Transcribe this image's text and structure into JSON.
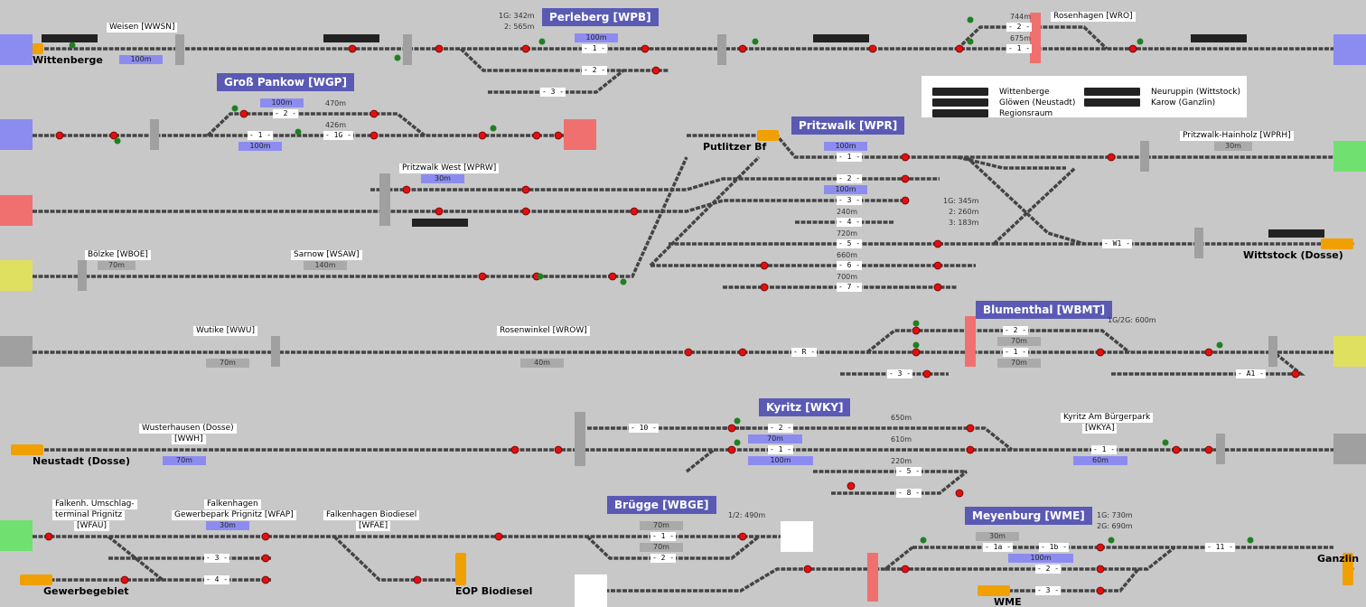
{
  "stations": [
    {
      "id": "wpb",
      "label": "Perleberg [WPB]"
    },
    {
      "id": "wgp",
      "label": "Groß Pankow [WGP]"
    },
    {
      "id": "wpr",
      "label": "Pritzwalk [WPR]"
    },
    {
      "id": "wbmt",
      "label": "Blumenthal [WBMT]"
    },
    {
      "id": "wky",
      "label": "Kyritz [WKY]"
    },
    {
      "id": "wbge",
      "label": "Brügge [WBGE]"
    },
    {
      "id": "wme",
      "label": "Meyenburg [WME]"
    }
  ],
  "cities": [
    {
      "id": "wittenberge",
      "label": "Wittenberge"
    },
    {
      "id": "putlitzer",
      "label": "Putlitzer Bf"
    },
    {
      "id": "wittstock",
      "label": "Wittstock (Dosse)"
    },
    {
      "id": "neustadt",
      "label": "Neustadt (Dosse)"
    },
    {
      "id": "gewerbegebiet",
      "label": "Gewerbegebiet"
    },
    {
      "id": "eop",
      "label": "EOP Biodiesel"
    },
    {
      "id": "wme",
      "label": "WME"
    },
    {
      "id": "ganzlin",
      "label": "Ganzlin"
    }
  ],
  "labels": [
    {
      "id": "weisen",
      "text": "Weisen [WWSN]"
    },
    {
      "id": "rosenhagen",
      "text": "Rosenhagen [WRO]"
    },
    {
      "id": "pwrw",
      "text": "Pritzwalk West [WPRW]"
    },
    {
      "id": "hainholz",
      "text": "Pritzwalk-Hainholz [WPRH]"
    },
    {
      "id": "boelzke",
      "text": "Bölzke [WBOE]"
    },
    {
      "id": "sarnow",
      "text": "Sarnow [WSAW]"
    },
    {
      "id": "wutike",
      "text": "Wutike [WWU]"
    },
    {
      "id": "rosenwinkel",
      "text": "Rosenwinkel [WROW]"
    },
    {
      "id": "wust1",
      "text": "Wusterhausen (Dosse)"
    },
    {
      "id": "wust2",
      "text": "[WWH]"
    },
    {
      "id": "kyritzab1",
      "text": "Kyritz Am Bürgerpark"
    },
    {
      "id": "kyritzab2",
      "text": "[WKYA]"
    },
    {
      "id": "fau1",
      "text": "Falkenh. Umschlag-"
    },
    {
      "id": "fau2",
      "text": "terminal Prignitz"
    },
    {
      "id": "fau3",
      "text": "[WFAU]"
    },
    {
      "id": "fap1",
      "text": "Falkenhagen"
    },
    {
      "id": "fap2",
      "text": "Gewerbepark Prignitz [WFAP]"
    },
    {
      "id": "fae1",
      "text": "Falkenhagen Biodiesel"
    },
    {
      "id": "fae2",
      "text": "[WFAE]"
    }
  ],
  "speeds": [
    {
      "id": "s1",
      "text": "100m"
    },
    {
      "id": "s2",
      "text": "100m"
    },
    {
      "id": "s3",
      "text": "100m"
    },
    {
      "id": "s4",
      "text": "100m"
    },
    {
      "id": "s5",
      "text": "30m"
    },
    {
      "id": "s6",
      "text": "100m"
    },
    {
      "id": "s7",
      "text": "100m"
    },
    {
      "id": "s8",
      "text": "70m"
    },
    {
      "id": "s9",
      "text": "100m"
    },
    {
      "id": "s10",
      "text": "70m"
    },
    {
      "id": "s11",
      "text": "60m"
    },
    {
      "id": "s12",
      "text": "30m"
    },
    {
      "id": "s13",
      "text": "100m"
    }
  ],
  "grays": [
    {
      "id": "g1",
      "text": "70m"
    },
    {
      "id": "g2",
      "text": "140m"
    },
    {
      "id": "g3",
      "text": "70m"
    },
    {
      "id": "g4",
      "text": "40m"
    },
    {
      "id": "g5",
      "text": "70m"
    },
    {
      "id": "g6",
      "text": "70m"
    },
    {
      "id": "g7",
      "text": "30m"
    },
    {
      "id": "g8",
      "text": "70m"
    },
    {
      "id": "g9",
      "text": "70m"
    },
    {
      "id": "g10",
      "text": "30m"
    }
  ],
  "notes": [
    {
      "id": "n1",
      "text": "1G: 342m"
    },
    {
      "id": "n2",
      "text": "2: 565m"
    },
    {
      "id": "n3",
      "text": "744m"
    },
    {
      "id": "n4",
      "text": "675m"
    },
    {
      "id": "n5",
      "text": "470m"
    },
    {
      "id": "n6",
      "text": "426m"
    },
    {
      "id": "n7",
      "text": "1G: 345m"
    },
    {
      "id": "n8",
      "text": "2: 260m"
    },
    {
      "id": "n9",
      "text": "3: 183m"
    },
    {
      "id": "n10",
      "text": "240m"
    },
    {
      "id": "n11",
      "text": "720m"
    },
    {
      "id": "n12",
      "text": "660m"
    },
    {
      "id": "n13",
      "text": "700m"
    },
    {
      "id": "n14",
      "text": "1G/2G: 600m"
    },
    {
      "id": "n15",
      "text": "650m"
    },
    {
      "id": "n16",
      "text": "610m"
    },
    {
      "id": "n17",
      "text": "220m"
    },
    {
      "id": "n18",
      "text": "1/2: 490m"
    },
    {
      "id": "n19",
      "text": "1G: 730m"
    },
    {
      "id": "n20",
      "text": "2G: 690m"
    }
  ],
  "tracks": [
    {
      "id": "t1",
      "text": "- 1 -"
    },
    {
      "id": "t2",
      "text": "- 2 -"
    },
    {
      "id": "t3",
      "text": "- 3 -"
    },
    {
      "id": "t4",
      "text": "- 2 -"
    },
    {
      "id": "t5",
      "text": "- 1 -"
    },
    {
      "id": "t6",
      "text": "- 2 -"
    },
    {
      "id": "t7",
      "text": "- 1 -"
    },
    {
      "id": "t8",
      "text": "- 1G -"
    },
    {
      "id": "t9",
      "text": "- 1 -"
    },
    {
      "id": "t10",
      "text": "- 2 -"
    },
    {
      "id": "t11",
      "text": "- 3 -"
    },
    {
      "id": "t12",
      "text": "- 4 -"
    },
    {
      "id": "t13",
      "text": "- 5 -"
    },
    {
      "id": "t14",
      "text": "- 6 -"
    },
    {
      "id": "t15",
      "text": "- 7 -"
    },
    {
      "id": "t16",
      "text": "- W1 -"
    },
    {
      "id": "t17",
      "text": "- R -"
    },
    {
      "id": "t18",
      "text": "- 2 -"
    },
    {
      "id": "t19",
      "text": "- 1 -"
    },
    {
      "id": "t20",
      "text": "- 3 -"
    },
    {
      "id": "t21",
      "text": "- A1 -"
    },
    {
      "id": "t22",
      "text": "- 10 -"
    },
    {
      "id": "t23",
      "text": "- 2 -"
    },
    {
      "id": "t24",
      "text": "- 1 -"
    },
    {
      "id": "t25",
      "text": "- 5 -"
    },
    {
      "id": "t26",
      "text": "- 8 -"
    },
    {
      "id": "t27",
      "text": "- 1 -"
    },
    {
      "id": "t28",
      "text": "- 3 -"
    },
    {
      "id": "t29",
      "text": "- 4 -"
    },
    {
      "id": "t30",
      "text": "- 1 -"
    },
    {
      "id": "t31",
      "text": "- 2 -"
    },
    {
      "id": "t32",
      "text": "- 1a -"
    },
    {
      "id": "t33",
      "text": "- 1b -"
    },
    {
      "id": "t34",
      "text": "- 2 -"
    },
    {
      "id": "t35",
      "text": "- 3 -"
    },
    {
      "id": "t36",
      "text": "- 11 -"
    }
  ],
  "legend": {
    "l1": "Wittenberge",
    "l2": "Glöwen (Neustadt)",
    "l3": "Regionsraum",
    "r1": "Neuruppin (Wittstock)",
    "r2": "Karow (Ganzlin)"
  },
  "colors": {
    "station": "#5a5ab4",
    "speed": "#8c8cf0",
    "signal_red": "#e01010",
    "signal_green": "#208020",
    "track": "#444444",
    "exit_blue": "#8c8cf0",
    "exit_red": "#f07070",
    "exit_yellow": "#e0e060",
    "exit_gray": "#a0a0a0",
    "exit_green": "#70e070",
    "train": "#f0a000"
  }
}
